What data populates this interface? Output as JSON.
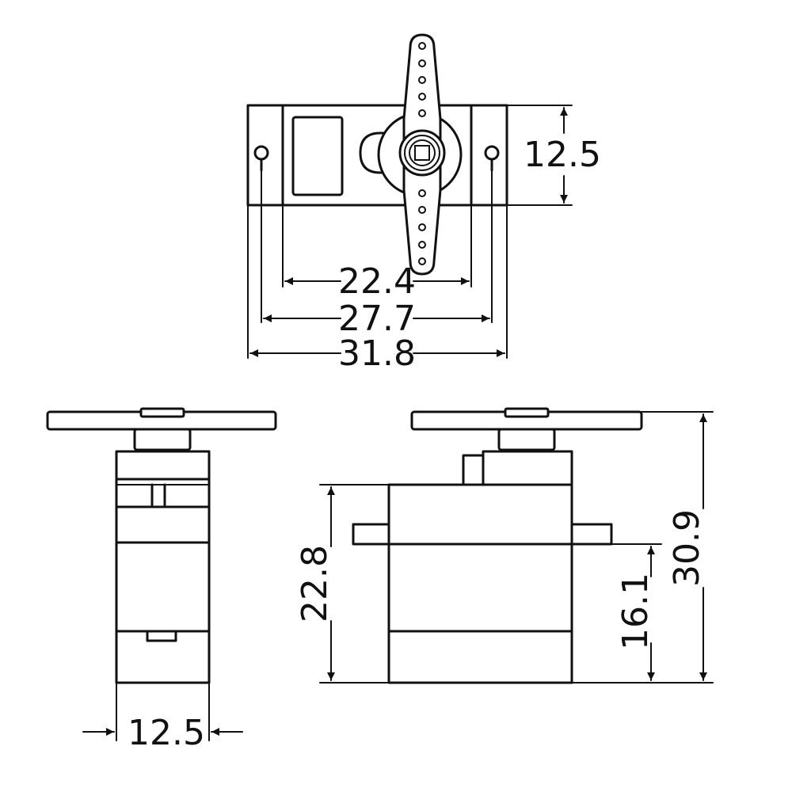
{
  "dimensions": {
    "top_view": {
      "height": "12.5",
      "inner_width": "22.4",
      "hole_span": "27.7",
      "overall_width": "31.8"
    },
    "end_view": {
      "width": "12.5"
    },
    "side_view": {
      "body_height": "22.8",
      "mount_height": "16.1",
      "overall_height": "30.9"
    }
  }
}
